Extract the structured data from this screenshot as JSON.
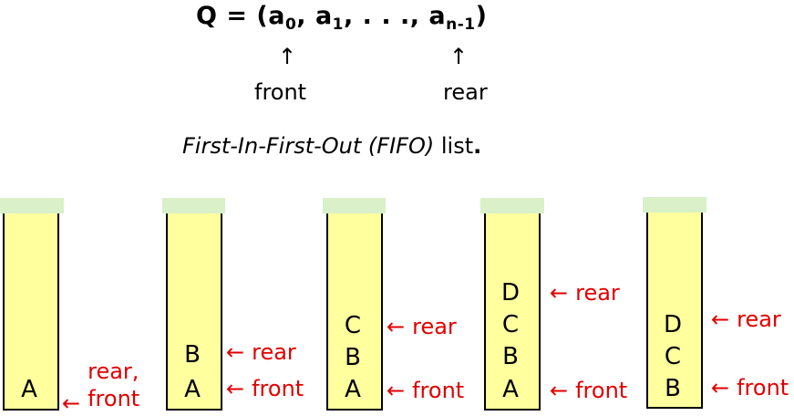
{
  "formula": {
    "prefix": "Q = (a",
    "sub0": "0",
    "mid": ", a",
    "sub1": "1",
    "dots": ",  .  .  ., a",
    "subn": "n-1",
    "close": ")"
  },
  "pointers_top": {
    "arrow": "↑",
    "front_label": "front",
    "rear_label": "rear"
  },
  "caption": {
    "italic": "First-In-First-Out (FIFO)",
    "normal": " list",
    "period": "."
  },
  "colors": {
    "stack_fill": "#ffff9e",
    "stack_cap": "#d9f0c8",
    "pointer": "#e00000"
  },
  "stacks": [
    {
      "items": [
        "A"
      ],
      "pointers": [
        {
          "arrow": "←",
          "label_line1": "rear,",
          "label_line2": "front"
        }
      ]
    },
    {
      "items": [
        "B",
        "A"
      ],
      "pointers": [
        {
          "arrow": "←",
          "label": "rear"
        },
        {
          "arrow": "←",
          "label": "front"
        }
      ]
    },
    {
      "items": [
        "C",
        "B",
        "A"
      ],
      "pointers": [
        {
          "arrow": "←",
          "label": "rear"
        },
        {
          "arrow": "←",
          "label": "front"
        }
      ]
    },
    {
      "items": [
        "D",
        "C",
        "B",
        "A"
      ],
      "pointers": [
        {
          "arrow": "←",
          "label": "rear"
        },
        {
          "arrow": "←",
          "label": "front"
        }
      ]
    },
    {
      "items": [
        "D",
        "C",
        "B"
      ],
      "pointers": [
        {
          "arrow": "←",
          "label": "rear"
        },
        {
          "arrow": "←",
          "label": "front"
        }
      ]
    }
  ]
}
